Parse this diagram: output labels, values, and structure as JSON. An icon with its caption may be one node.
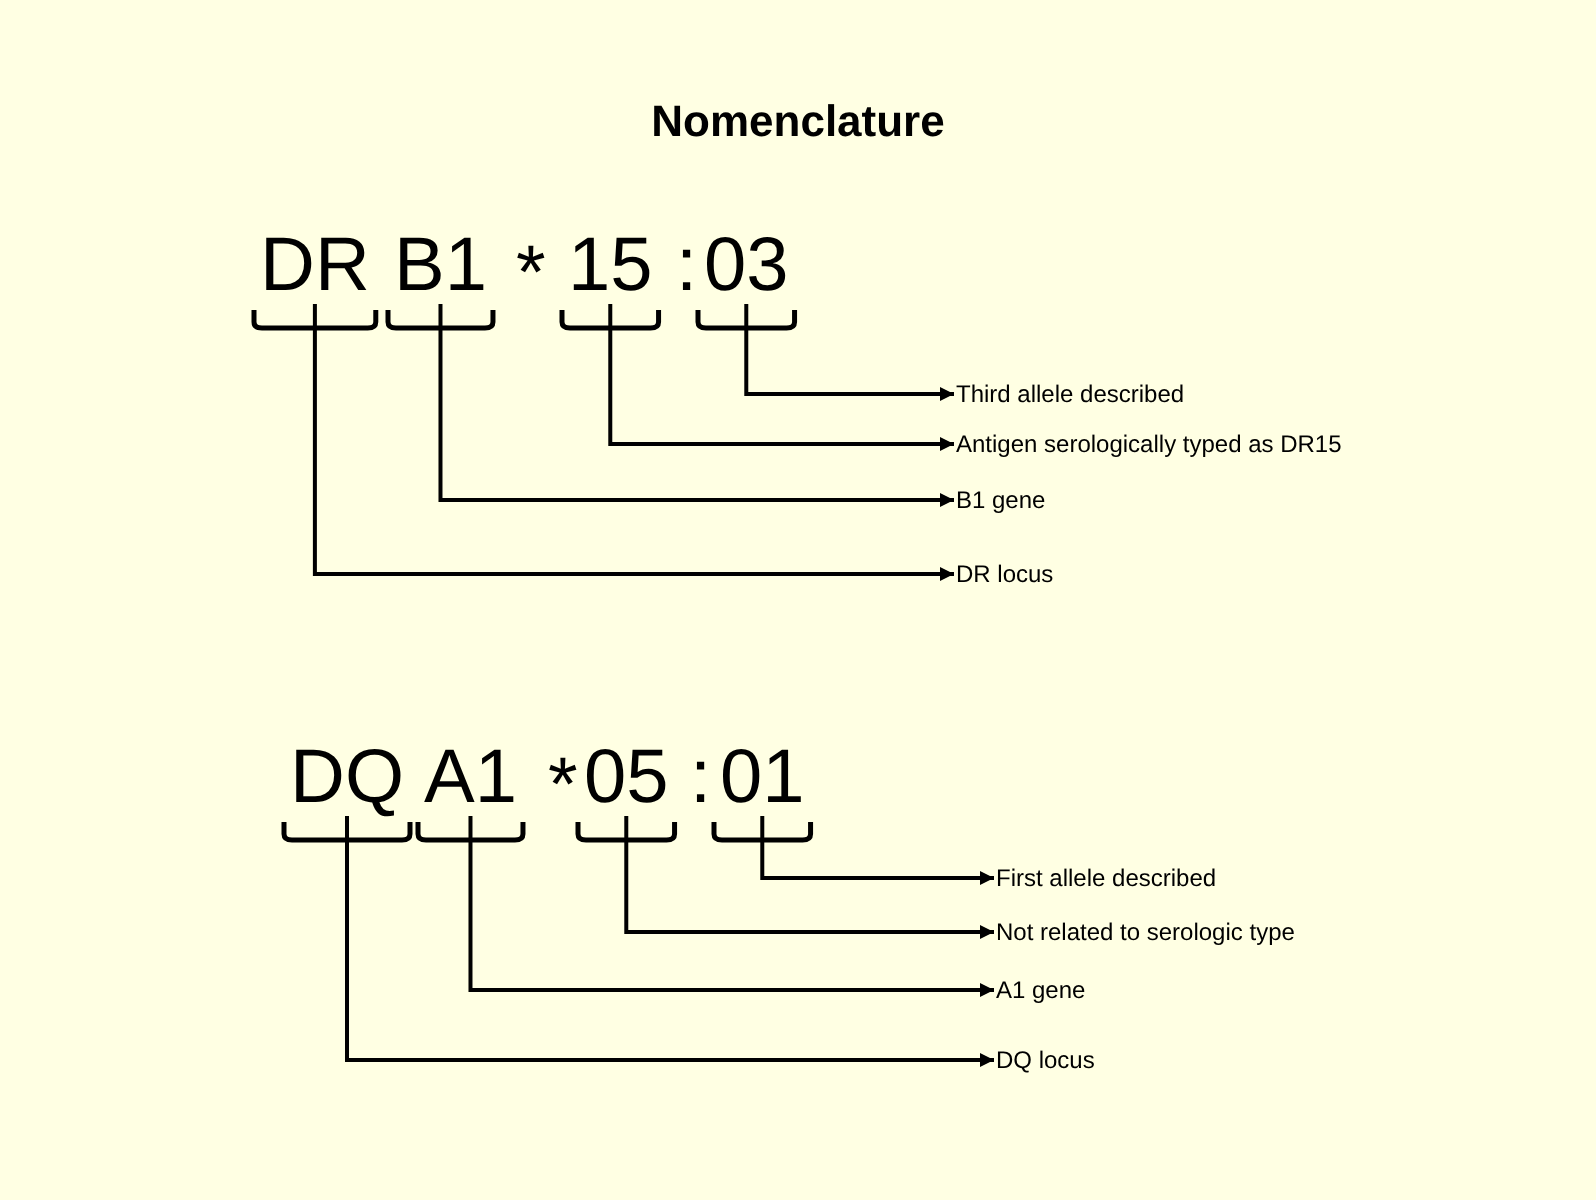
{
  "diagram": {
    "title": "Nomenclature",
    "nodes": [
      {
        "text": [
          "DR"
        ]
      },
      {
        "text": [
          "B1"
        ]
      },
      {
        "text": [
          "15"
        ]
      },
      {
        "text": [
          "03"
        ]
      },
      {
        "text": [
          "Third allele described"
        ]
      },
      {
        "text": [
          "Antigen serologically typed as DR15"
        ]
      },
      {
        "text": [
          "B1 gene"
        ]
      },
      {
        "text": [
          "DR locus"
        ]
      },
      {
        "text": [
          "DQ"
        ]
      },
      {
        "text": [
          "A1"
        ]
      },
      {
        "text": [
          "05"
        ]
      },
      {
        "text": [
          "01"
        ]
      },
      {
        "text": [
          "First allele described"
        ]
      },
      {
        "text": [
          "Not related to serologic type"
        ]
      },
      {
        "text": [
          "A1 gene"
        ]
      },
      {
        "text": [
          "DQ locus"
        ]
      }
    ],
    "edges": [
      {
        "from": 3,
        "to": 4,
        "arrow": "to"
      },
      {
        "from": 2,
        "to": 5,
        "arrow": "to"
      },
      {
        "from": 1,
        "to": 6,
        "arrow": "to"
      },
      {
        "from": 0,
        "to": 7,
        "arrow": "to"
      },
      {
        "from": 11,
        "to": 12,
        "arrow": "to"
      },
      {
        "from": 10,
        "to": 13,
        "arrow": "to"
      },
      {
        "from": 9,
        "to": 14,
        "arrow": "to"
      },
      {
        "from": 8,
        "to": 15,
        "arrow": "to"
      }
    ],
    "labels": [
      "*",
      ":",
      "*",
      ":"
    ]
  }
}
